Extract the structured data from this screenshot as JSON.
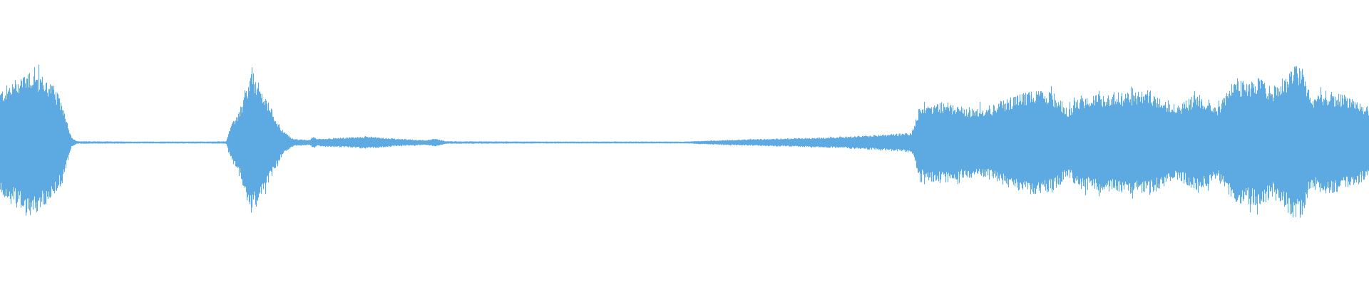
{
  "waveform": {
    "color": "#5DAAE2",
    "background": "#FFFFFF",
    "amplitude_envelope": [
      [
        0.0,
        0.42
      ],
      [
        0.012,
        0.52
      ],
      [
        0.02,
        0.6
      ],
      [
        0.028,
        0.56
      ],
      [
        0.038,
        0.48
      ],
      [
        0.046,
        0.3
      ],
      [
        0.052,
        0.04
      ],
      [
        0.056,
        0.01
      ],
      [
        0.1,
        0.008
      ],
      [
        0.15,
        0.008
      ],
      [
        0.165,
        0.01
      ],
      [
        0.168,
        0.12
      ],
      [
        0.176,
        0.3
      ],
      [
        0.184,
        0.58
      ],
      [
        0.19,
        0.45
      ],
      [
        0.198,
        0.28
      ],
      [
        0.206,
        0.1
      ],
      [
        0.214,
        0.03
      ],
      [
        0.226,
        0.02
      ],
      [
        0.229,
        0.05
      ],
      [
        0.232,
        0.03
      ],
      [
        0.25,
        0.04
      ],
      [
        0.27,
        0.05
      ],
      [
        0.29,
        0.03
      ],
      [
        0.31,
        0.02
      ],
      [
        0.318,
        0.03
      ],
      [
        0.326,
        0.01
      ],
      [
        0.4,
        0.008
      ],
      [
        0.5,
        0.008
      ],
      [
        0.53,
        0.02
      ],
      [
        0.56,
        0.03
      ],
      [
        0.6,
        0.04
      ],
      [
        0.64,
        0.06
      ],
      [
        0.666,
        0.08
      ],
      [
        0.672,
        0.3
      ],
      [
        0.69,
        0.33
      ],
      [
        0.705,
        0.28
      ],
      [
        0.725,
        0.3
      ],
      [
        0.74,
        0.38
      ],
      [
        0.755,
        0.42
      ],
      [
        0.77,
        0.4
      ],
      [
        0.78,
        0.28
      ],
      [
        0.79,
        0.38
      ],
      [
        0.81,
        0.4
      ],
      [
        0.84,
        0.42
      ],
      [
        0.86,
        0.3
      ],
      [
        0.875,
        0.4
      ],
      [
        0.89,
        0.3
      ],
      [
        0.9,
        0.48
      ],
      [
        0.92,
        0.52
      ],
      [
        0.93,
        0.44
      ],
      [
        0.945,
        0.62
      ],
      [
        0.952,
        0.6
      ],
      [
        0.958,
        0.36
      ],
      [
        0.965,
        0.42
      ],
      [
        0.985,
        0.38
      ],
      [
        0.995,
        0.32
      ],
      [
        1.0,
        0.28
      ]
    ]
  }
}
